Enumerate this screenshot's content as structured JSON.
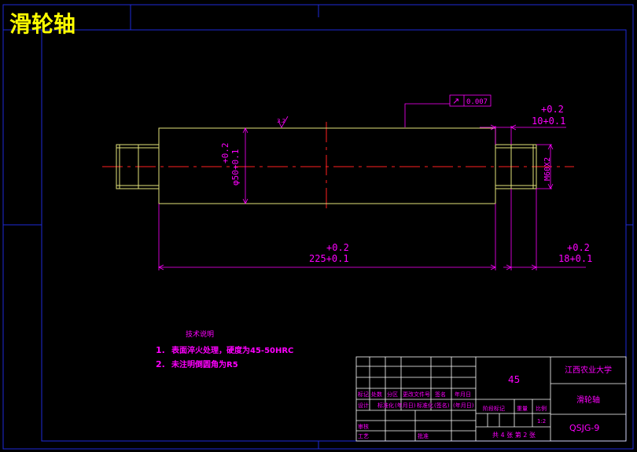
{
  "title": "滑轮轴",
  "colors": {
    "background": "#000000",
    "frame": "#1e2ad8",
    "outline": "#e3e37a",
    "dimension": "#ff00ff",
    "center": "#ff2020",
    "title_block_line": "#ffffff",
    "title_text": "#ffff00"
  },
  "annotations": {
    "roughness": "3.2",
    "runout_symbol": "↗",
    "runout_tolerance": "0.007",
    "dia_tol_upper": "+0.2",
    "dia_value": "φ50+0.1",
    "thread": "M60X2",
    "right_len_tol_upper": "+0.2",
    "right_len_value": "10+0.1",
    "main_len_tol_upper": "+0.2",
    "main_len_value": "225+0.1",
    "end_len_tol_upper": "+0.2",
    "end_len_value": "18+0.1"
  },
  "tech_notes": {
    "heading": "技术说明",
    "items": [
      {
        "num": "1.",
        "text": "表面淬火处理，硬度为45-50HRC"
      },
      {
        "num": "2.",
        "text": "未注明倒圆角为R5"
      }
    ]
  },
  "title_block": {
    "material": "45",
    "school": "江西农业大学",
    "part_name": "滑轮轴",
    "drawing_no": "QSJG-9",
    "scale": "1:2",
    "sheet_info": "共 4 张 第 2 张",
    "header_row": [
      "标记",
      "处数",
      "分区",
      "更改文件号",
      "签名",
      "年月日"
    ],
    "design_row": [
      "设计",
      "标准化",
      "(年月日)",
      "标准化",
      "(签名)",
      "(年月日)"
    ],
    "stage_labels": [
      "阶段标记",
      "重量",
      "比例"
    ],
    "review": "审核",
    "process": "工艺",
    "approve": "批准"
  }
}
